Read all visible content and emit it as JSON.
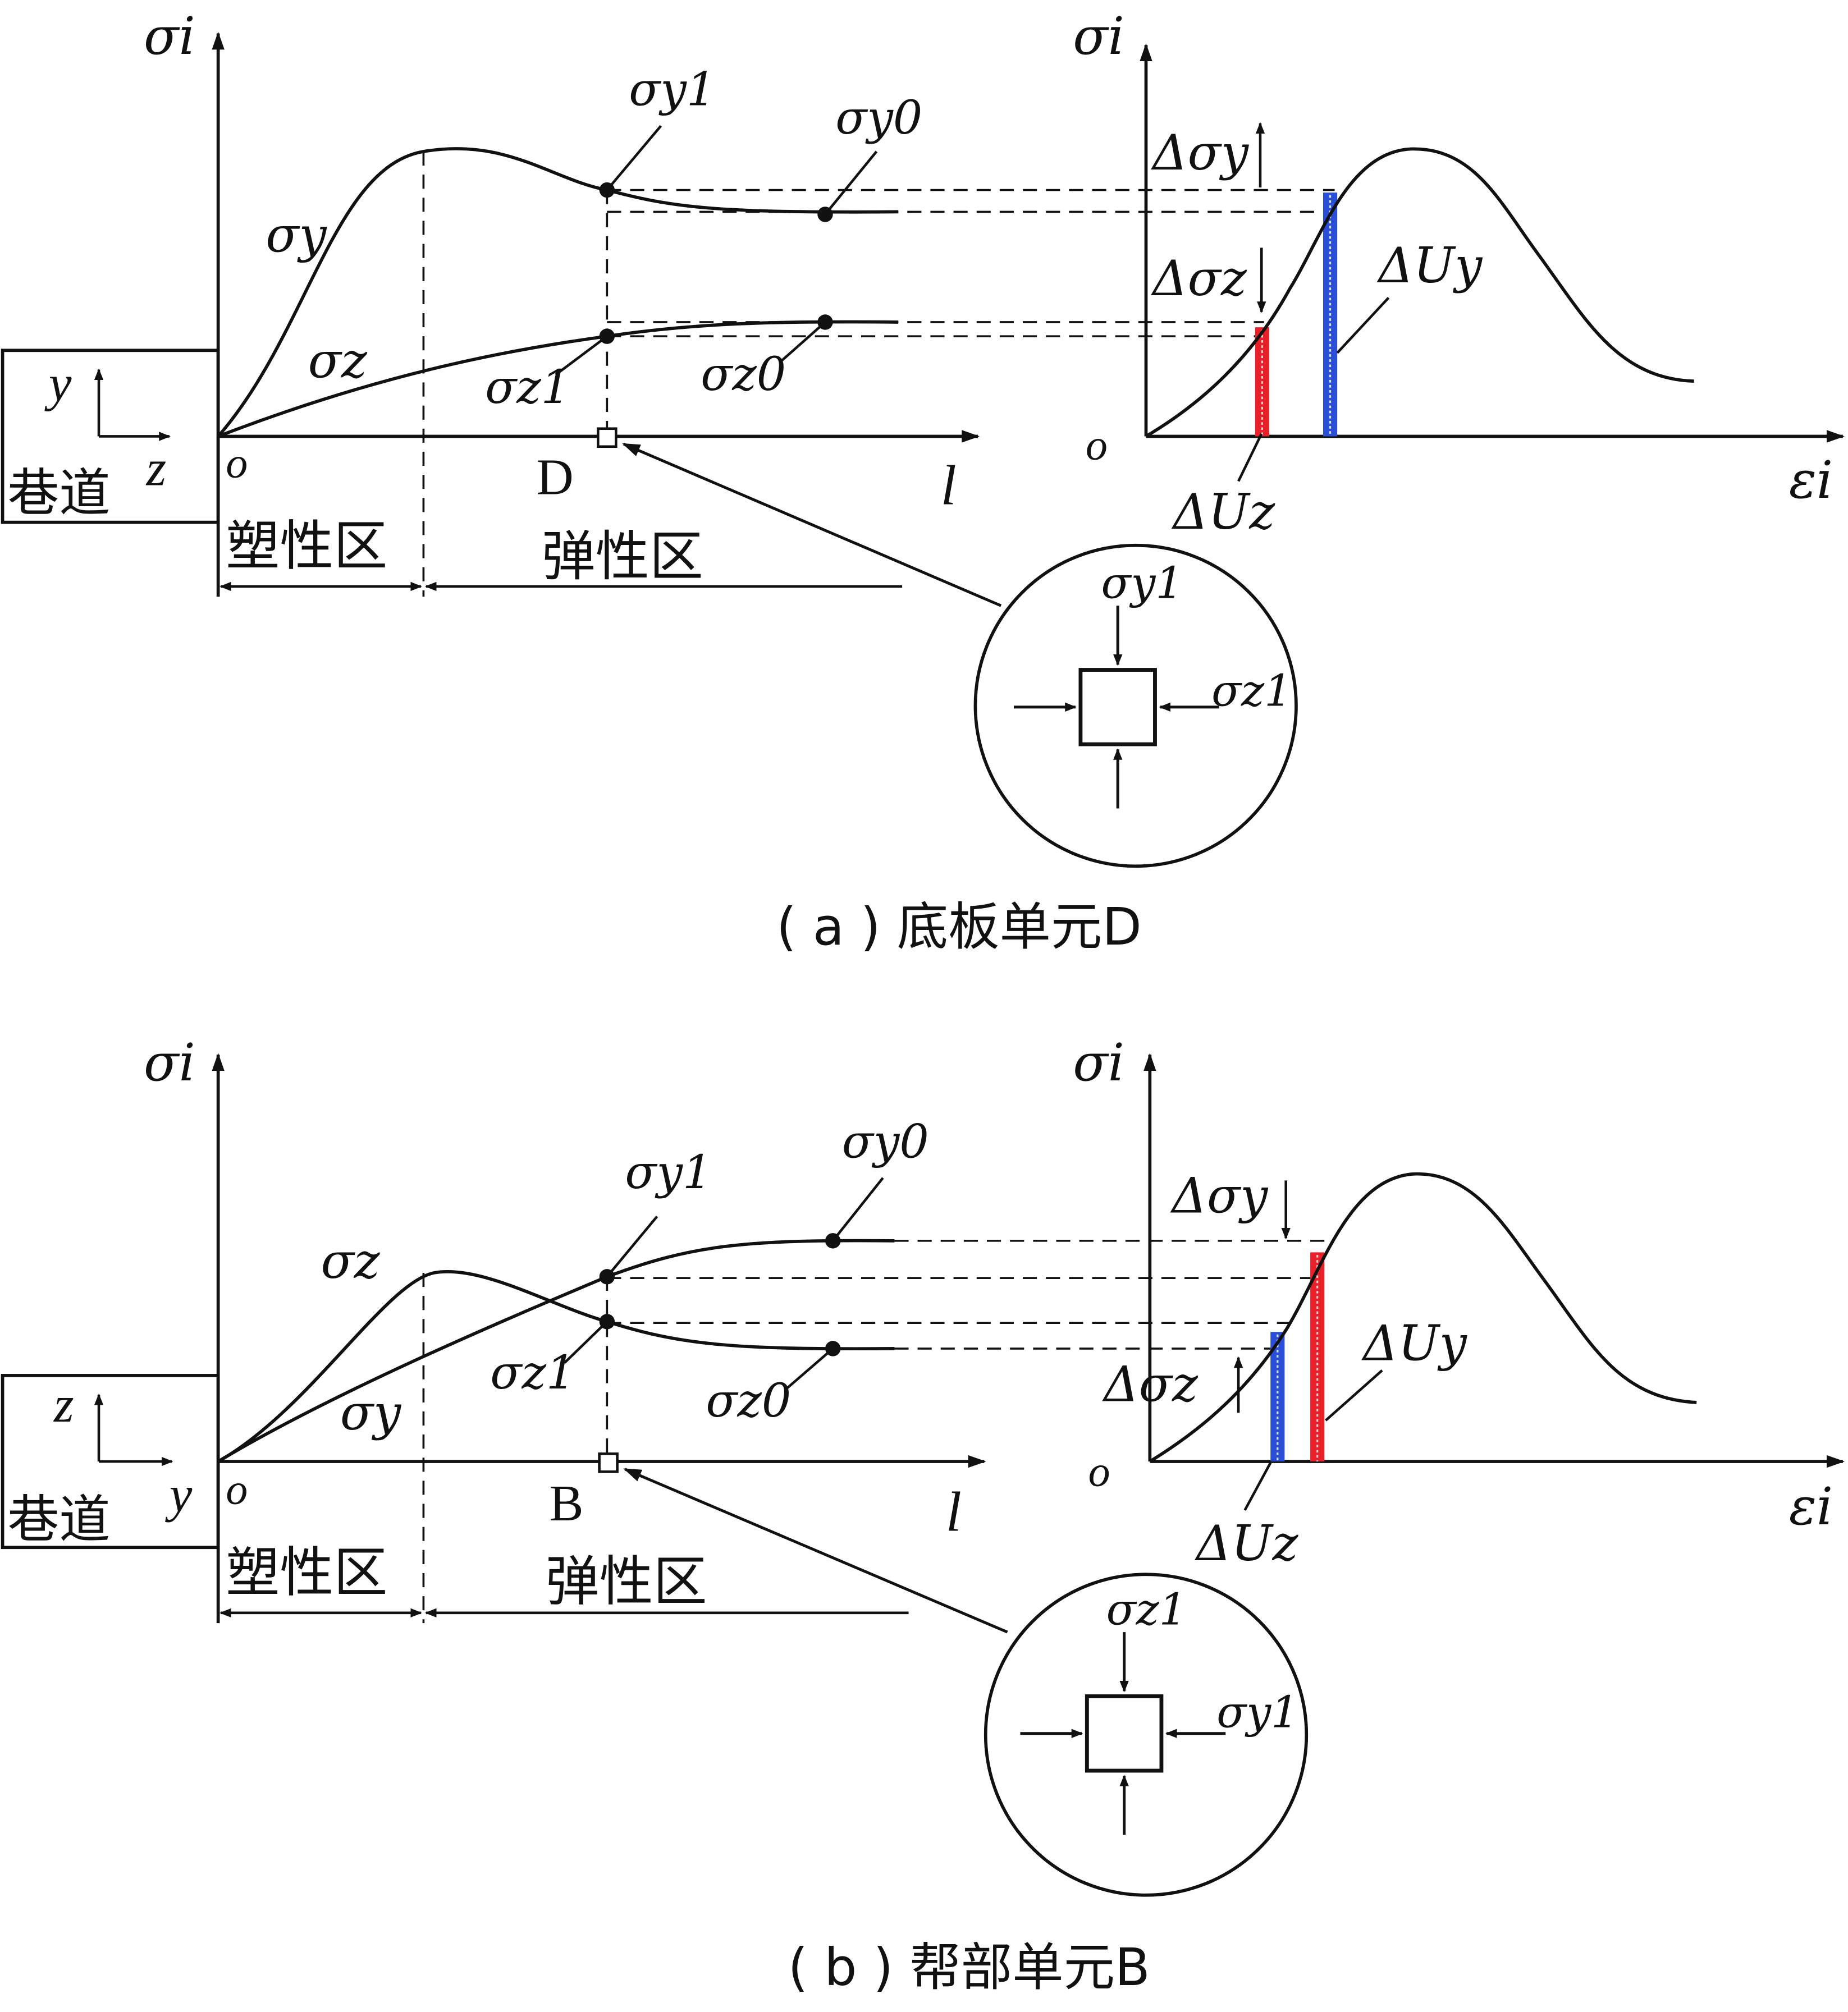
{
  "panels": [
    {
      "caption": "( a ) 底板单元D",
      "left": {
        "y_axis": "σi",
        "x_axis": "l",
        "origin": "o",
        "roadway": "巷道",
        "coord_up": "y",
        "coord_right": "z",
        "curve_upper": "σy",
        "curve_lower": "σz",
        "point_upper": "σy1",
        "point_lower": "σz1",
        "far_upper": "σy0",
        "far_lower": "σz0",
        "element_label": "D",
        "plastic_zone": "塑性区",
        "elastic_zone": "弹性区"
      },
      "inset": {
        "top_stress": "σy1",
        "side_stress": "σz1"
      },
      "right": {
        "y_axis": "σi",
        "x_axis": "εi",
        "origin": "o",
        "delta_upper": "Δσy",
        "delta_lower": "Δσz",
        "energy_left": "ΔUz",
        "energy_right": "ΔUy"
      }
    },
    {
      "caption": "( b ) 帮部单元B",
      "left": {
        "y_axis": "σi",
        "x_axis": "l",
        "origin": "o",
        "roadway": "巷道",
        "coord_up": "z",
        "coord_right": "y",
        "curve_upper": "σz",
        "curve_lower": "σy",
        "point_upper": "σy1",
        "point_lower": "σz1",
        "far_upper": "σy0",
        "far_lower": "σz0",
        "element_label": "B",
        "plastic_zone": "塑性区",
        "elastic_zone": "弹性区"
      },
      "inset": {
        "top_stress": "σz1",
        "side_stress": "σy1"
      },
      "right": {
        "y_axis": "σi",
        "x_axis": "εi",
        "origin": "o",
        "delta_upper": "Δσy",
        "delta_lower": "Δσz",
        "energy_left": "ΔUz",
        "energy_right": "ΔUy"
      }
    }
  ],
  "colors": {
    "line": "#111111",
    "bar_red": "#e8202a",
    "bar_blue": "#2a4fd6"
  }
}
